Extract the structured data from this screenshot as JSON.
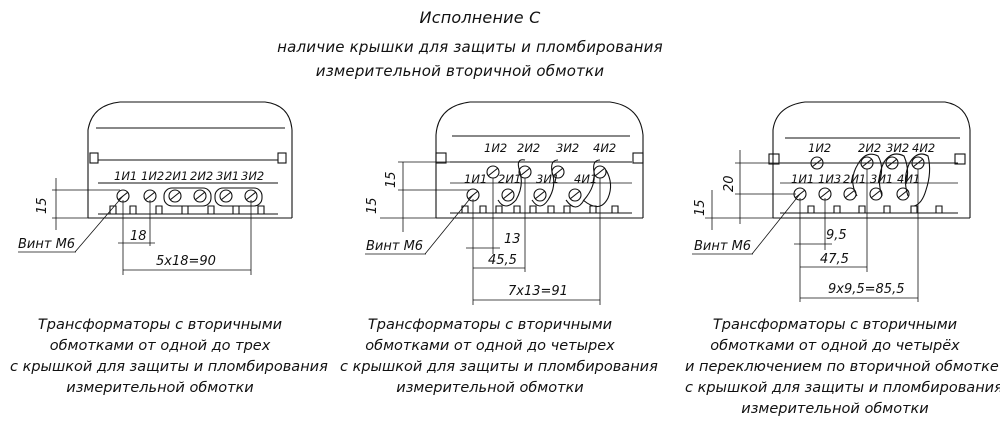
{
  "header": {
    "title": "Исполнение С",
    "line2": "наличие крышки для защиты и пломбирования",
    "line3": "измерительной вторичной обмотки"
  },
  "diagrams": [
    {
      "id": "d1",
      "terminals": [
        "1И1",
        "1И2",
        "2И1",
        "2И2",
        "3И1",
        "3И2"
      ],
      "screw_label": "Винт М6",
      "dim_height": "15",
      "dim_pitch": "18",
      "dim_total": "5x18=90",
      "caption": [
        "Трансформаторы  с вторичными",
        "обмотками от одной до трех",
        "с крышкой для защиты и пломбирования",
        "измерительной обмотки"
      ]
    },
    {
      "id": "d2",
      "terminals_top": [
        "1И2",
        "2И2",
        "3И2",
        "4И2"
      ],
      "terminals_bottom": [
        "1И1",
        "2И1",
        "3И1",
        "4И1"
      ],
      "screw_label": "Винт М6",
      "dim_height": "15",
      "dim_pitch": "13",
      "dim_mid": "45,5",
      "dim_total": "7x13=91",
      "caption": [
        "Трансформаторы  с вторичными",
        "обмотками от одной до четырех",
        "с крышкой для защиты и пломбирования",
        "измерительной обмотки"
      ]
    },
    {
      "id": "d3",
      "terminals_top": [
        "1И2",
        "2И2",
        "3И2",
        "4И2"
      ],
      "terminals_bottom": [
        "1И1",
        "1И3",
        "2И1",
        "3И1",
        "4И1"
      ],
      "screw_label": "Винт М6",
      "dim_height_a": "15",
      "dim_height_b": "20",
      "dim_pitch": "9,5",
      "dim_mid": "47,5",
      "dim_total": "9x9,5=85,5",
      "caption": [
        "Трансформаторы  с вторичными",
        "обмотками от одной до четырёх",
        "и переключением по вторичной обмотке",
        "с крышкой для защиты и пломбирования",
        "измерительной обмотки"
      ]
    }
  ]
}
